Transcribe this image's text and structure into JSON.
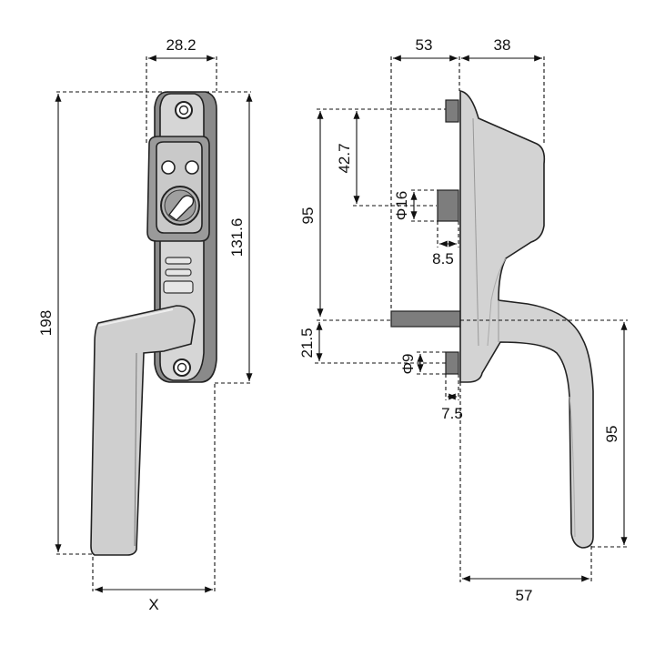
{
  "colors": {
    "line": "#111111",
    "body_light": "#d9d9d9",
    "body_mid": "#bdbdbd",
    "body_dark": "#8a8a8a",
    "spindle": "#7d7d7d"
  },
  "front_view": {
    "dimensions": {
      "width_top": "28.2",
      "height_total": "198",
      "height_body": "131.6",
      "width_bottom": "X"
    }
  },
  "side_view": {
    "dimensions": {
      "top_left": "53",
      "top_right": "38",
      "height_95_top": "95",
      "height_42_7": "42.7",
      "diameter_16": "Φ16",
      "offset_8_5": "8.5",
      "offset_21_5": "21.5",
      "diameter_9": "Φ9",
      "offset_7_5": "7.5",
      "height_95_handle": "95",
      "width_57": "57"
    }
  }
}
